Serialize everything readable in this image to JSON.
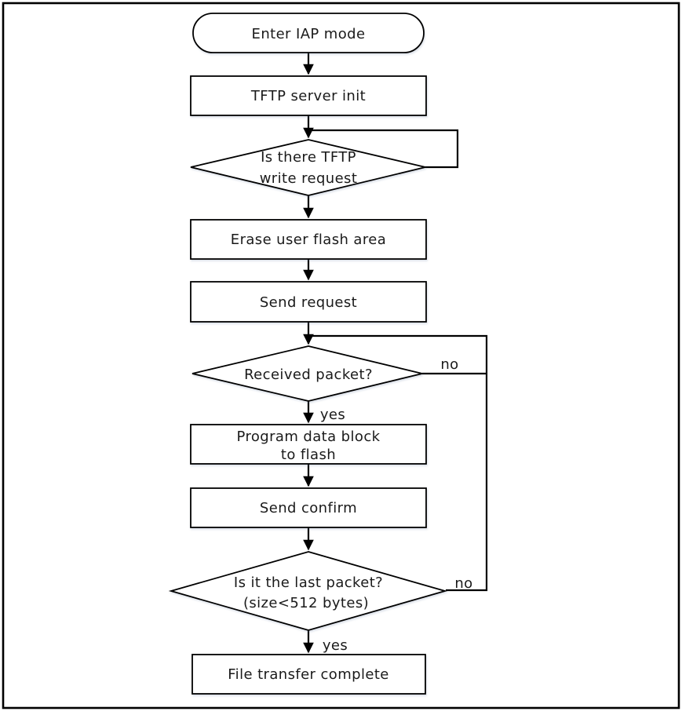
{
  "flowchart": {
    "nodes": {
      "start": {
        "type": "terminator",
        "label": "Enter IAP mode"
      },
      "tftp_server_init": {
        "type": "process",
        "label": "TFTP server init"
      },
      "tftp_write_request": {
        "type": "decision",
        "label_line1": "Is there TFTP",
        "label_line2": "write request"
      },
      "erase_flash": {
        "type": "process",
        "label": "Erase user flash area"
      },
      "send_request": {
        "type": "process",
        "label": "Send request"
      },
      "received_packet": {
        "type": "decision",
        "label": "Received packet?"
      },
      "program_flash": {
        "type": "process",
        "label_line1": "Program data block",
        "label_line2": "to flash"
      },
      "send_confirm": {
        "type": "process",
        "label": "Send confirm"
      },
      "last_packet": {
        "type": "decision",
        "label_line1": "Is it the last packet?",
        "label_line2": "(size<512 bytes)"
      },
      "file_transfer_complete": {
        "type": "process",
        "label": "File transfer complete"
      }
    },
    "edge_labels": {
      "received_packet_yes": "yes",
      "received_packet_no": "no",
      "last_packet_yes": "yes",
      "last_packet_no": "no"
    },
    "colors": {
      "stroke": "#000000",
      "fill": "#ffffff",
      "text": "#1a1a1a"
    }
  }
}
